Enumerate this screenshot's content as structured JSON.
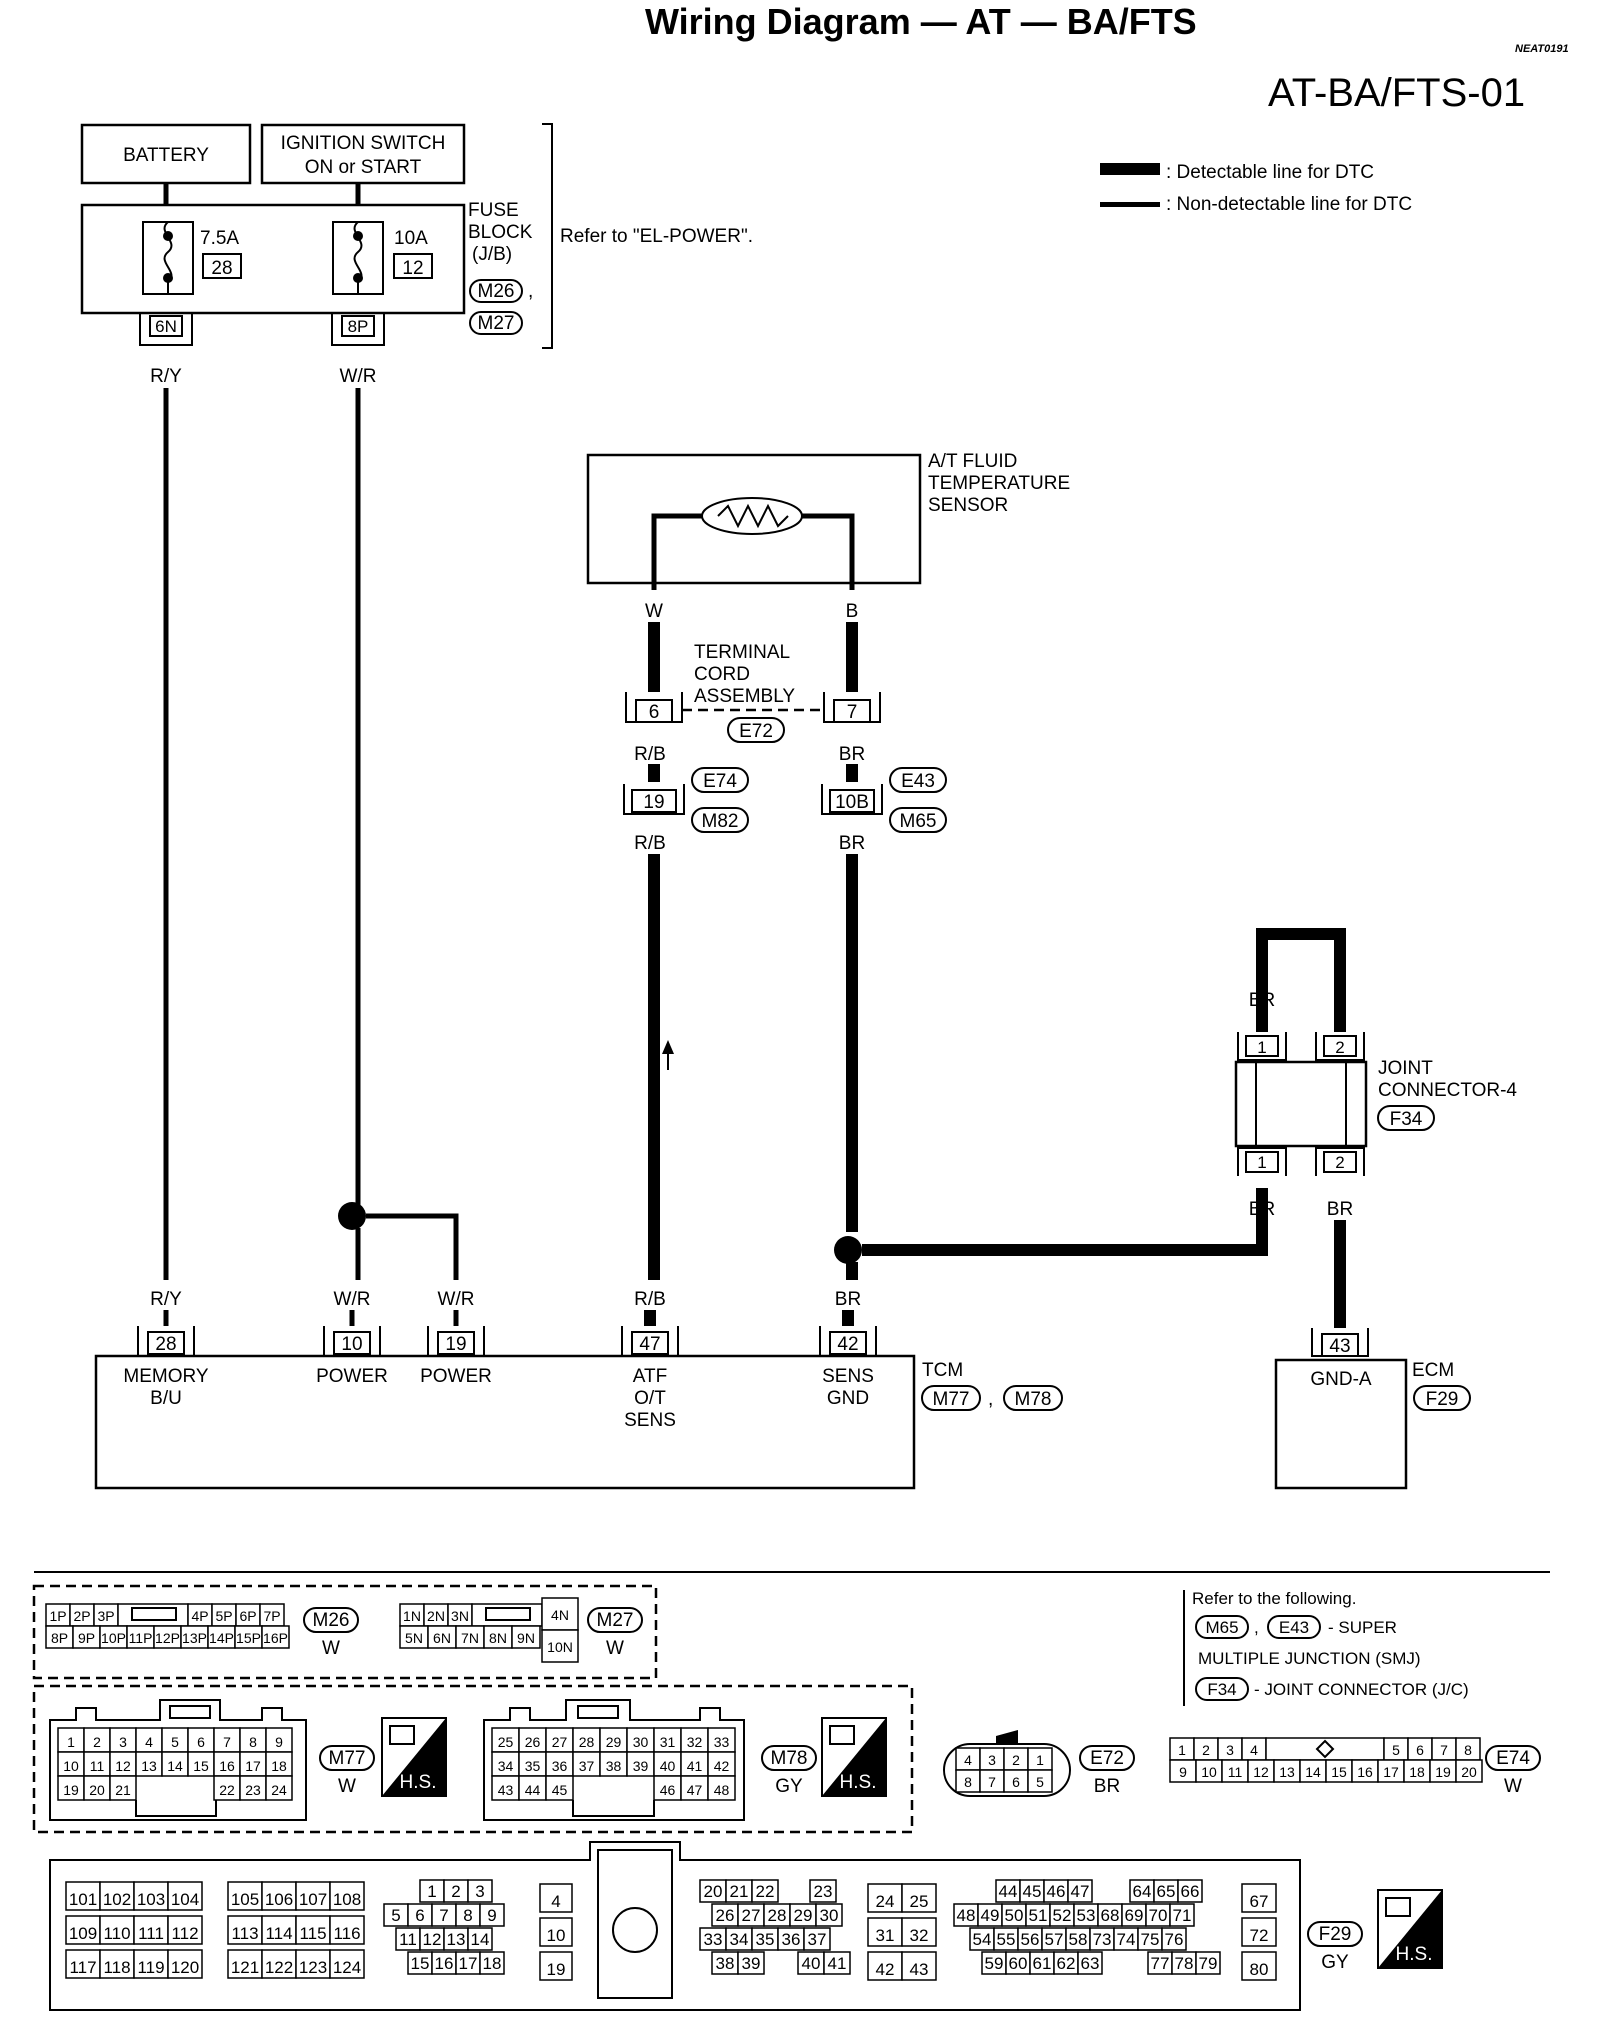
{
  "title": "Wiring Diagram — AT — BA/FTS",
  "code": "NEAT0191",
  "page_id": "AT-BA/FTS-01",
  "legend": {
    "detectable": ": Detectable line for DTC",
    "non_detectable": ": Non-detectable line for DTC"
  },
  "battery": "BATTERY",
  "ignition": {
    "line1": "IGNITION SWITCH",
    "line2": "ON or START"
  },
  "fuse1": {
    "rating": "7.5A",
    "number": "28",
    "terminal": "6N"
  },
  "fuse2": {
    "rating": "10A",
    "number": "12",
    "terminal": "8P"
  },
  "fuse_block": {
    "line1": "FUSE",
    "line2": "BLOCK",
    "line3": "(J/B)",
    "conn1": "M26",
    "conn2": "M27",
    "sep": ",",
    "refer": "Refer to \"EL-POWER\"."
  },
  "wires": {
    "ry": "R/Y",
    "wr": "W/R",
    "w": "W",
    "b": "B",
    "rb": "R/B",
    "br": "BR"
  },
  "sensor": {
    "line1": "A/T FLUID",
    "line2": "TEMPERATURE",
    "line3": "SENSOR"
  },
  "terminal_cord": {
    "line1": "TERMINAL",
    "line2": "CORD",
    "line3": "ASSEMBLY",
    "conn": "E72",
    "pin1": "6",
    "pin2": "7"
  },
  "smj": {
    "pin1": "19",
    "pin2": "10B",
    "conn1": "E74",
    "conn2": "M82",
    "conn3": "E43",
    "conn4": "M65"
  },
  "joint": {
    "line1": "JOINT",
    "line2": "CONNECTOR-4",
    "conn": "F34",
    "pin1": "1",
    "pin2": "2"
  },
  "tcm": {
    "name": "TCM",
    "conn1": "M77",
    "conn2": "M78",
    "sep": ",",
    "pins": [
      {
        "num": "28",
        "l1": "MEMORY",
        "l2": "B/U",
        "l3": ""
      },
      {
        "num": "10",
        "l1": "POWER",
        "l2": "",
        "l3": ""
      },
      {
        "num": "19",
        "l1": "POWER",
        "l2": "",
        "l3": ""
      },
      {
        "num": "47",
        "l1": "ATF",
        "l2": "O/T",
        "l3": "SENS"
      },
      {
        "num": "42",
        "l1": "SENS",
        "l2": "GND",
        "l3": ""
      }
    ]
  },
  "ecm": {
    "name": "ECM",
    "conn": "F29",
    "pin": "43",
    "label": "GND-A"
  },
  "refer_box": {
    "line1": "Refer to the following.",
    "c1": "M65",
    "c2": "E43",
    "sep": ",",
    "t1": "- SUPER",
    "line3": "MULTIPLE JUNCTION (SMJ)",
    "c3": "F34",
    "t2": "- JOINT CONNECTOR (J/C)"
  },
  "connectors": {
    "m26": {
      "id": "M26",
      "color": "W",
      "row1": [
        "1P",
        "2P",
        "3P",
        "",
        "4P",
        "5P",
        "6P",
        "7P"
      ],
      "row2": [
        "8P",
        "9P",
        "10P",
        "11P",
        "12P",
        "13P",
        "14P",
        "15P",
        "16P"
      ]
    },
    "m27": {
      "id": "M27",
      "color": "W",
      "row1": [
        "1N",
        "2N",
        "3N",
        "",
        "4N"
      ],
      "row2": [
        "5N",
        "6N",
        "7N",
        "8N",
        "9N",
        "10N"
      ]
    },
    "m77": {
      "id": "M77",
      "color": "W",
      "row1": [
        "1",
        "2",
        "3",
        "4",
        "5",
        "6",
        "7",
        "8",
        "9"
      ],
      "row2": [
        "10",
        "11",
        "12",
        "13",
        "14",
        "15",
        "16",
        "17",
        "18"
      ],
      "row3": [
        "19",
        "20",
        "21",
        "22",
        "23",
        "24"
      ]
    },
    "m78": {
      "id": "M78",
      "color": "GY",
      "row1": [
        "25",
        "26",
        "27",
        "28",
        "29",
        "30",
        "31",
        "32",
        "33"
      ],
      "row2": [
        "34",
        "35",
        "36",
        "37",
        "38",
        "39",
        "40",
        "41",
        "42"
      ],
      "row3": [
        "43",
        "44",
        "45",
        "46",
        "47",
        "48"
      ]
    },
    "e72": {
      "id": "E72",
      "color": "BR",
      "row1": [
        "4",
        "3",
        "2",
        "1"
      ],
      "row2": [
        "8",
        "7",
        "6",
        "5"
      ]
    },
    "e74": {
      "id": "E74",
      "color": "W",
      "row1": [
        "1",
        "2",
        "3",
        "4",
        "",
        "5",
        "6",
        "7",
        "8"
      ],
      "row2": [
        "9",
        "10",
        "11",
        "12",
        "13",
        "14",
        "15",
        "16",
        "17",
        "18",
        "19",
        "20"
      ]
    },
    "f29": {
      "id": "F29",
      "color": "GY",
      "g1": [
        [
          "101",
          "102",
          "103",
          "104"
        ],
        [
          "109",
          "110",
          "111",
          "112"
        ],
        [
          "117",
          "118",
          "119",
          "120"
        ]
      ],
      "g2": [
        [
          "105",
          "106",
          "107",
          "108"
        ],
        [
          "113",
          "114",
          "115",
          "116"
        ],
        [
          "121",
          "122",
          "123",
          "124"
        ]
      ],
      "g3": [
        [
          "1",
          "2",
          "3"
        ],
        [
          "5",
          "6",
          "7",
          "8",
          "9"
        ],
        [
          "11",
          "12",
          "13",
          "14"
        ],
        [
          "15",
          "16",
          "17",
          "18"
        ]
      ],
      "g4": [
        "4",
        "10",
        "19"
      ],
      "g5": [
        [
          "20",
          "21",
          "22",
          "23"
        ],
        [
          "26",
          "27",
          "28",
          "29",
          "30"
        ],
        [
          "33",
          "34",
          "35",
          "36",
          "37"
        ],
        [
          "38",
          "39",
          "40",
          "41"
        ]
      ],
      "g6": [
        [
          "24",
          "25"
        ],
        [
          "31",
          "32"
        ],
        [
          "42",
          "43"
        ]
      ],
      "g7": [
        [
          "44",
          "45",
          "46",
          "47",
          "64",
          "65",
          "66"
        ],
        [
          "48",
          "49",
          "50",
          "51",
          "52",
          "53",
          "68",
          "69",
          "70",
          "71"
        ],
        [
          "54",
          "55",
          "56",
          "57",
          "58",
          "73",
          "74",
          "75",
          "76"
        ],
        [
          "59",
          "60",
          "61",
          "62",
          "63",
          "77",
          "78",
          "79"
        ]
      ],
      "g8": [
        "67",
        "72",
        "80"
      ]
    }
  },
  "hs": "H.S."
}
